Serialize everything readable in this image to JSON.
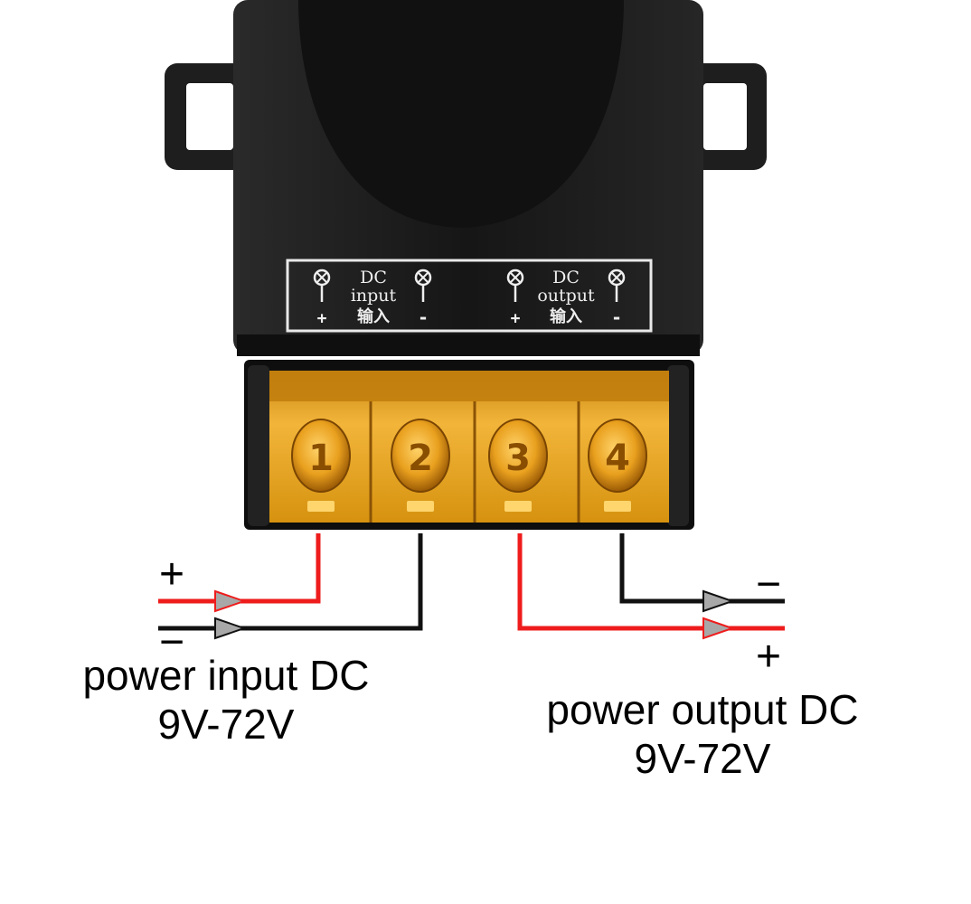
{
  "label_panel": {
    "input": {
      "line1": "DC",
      "line2": "input",
      "line3": "输入",
      "plus": "+",
      "minus": "-"
    },
    "output": {
      "line1": "DC",
      "line2": "output",
      "line3": "输入",
      "plus": "+",
      "minus": "-"
    }
  },
  "terminals": [
    "1",
    "2",
    "3",
    "4"
  ],
  "polarity": {
    "input_plus": "+",
    "input_minus": "−",
    "output_minus": "−",
    "output_plus": "+"
  },
  "captions": {
    "input": {
      "line1": "power input DC",
      "line2": "9V-72V"
    },
    "output": {
      "line1": "power output DC",
      "line2": "9V-72V"
    }
  },
  "colors": {
    "housing": "#1b1b1b",
    "terminal_cover": "#e8a21a",
    "positive_wire": "#ee1c1c",
    "negative_wire": "#111111",
    "arrow": "#9a9a9a"
  }
}
